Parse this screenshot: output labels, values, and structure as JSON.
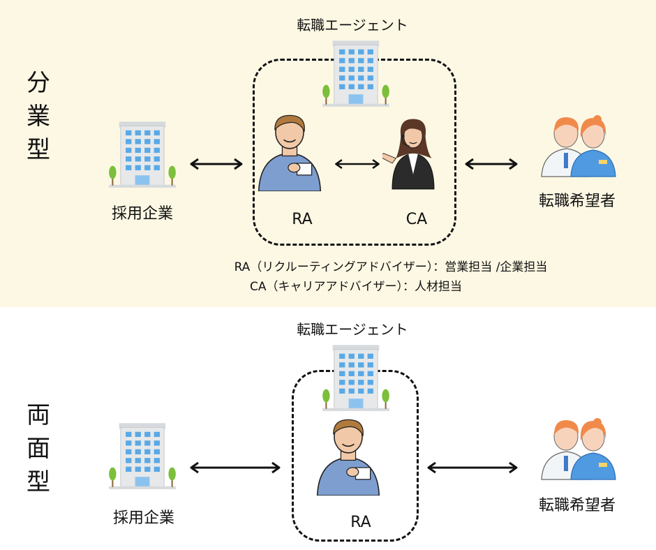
{
  "top": {
    "title_chars": [
      "分",
      "業",
      "型"
    ],
    "agent_label": "転職エージェント",
    "company_label": "採用企業",
    "seeker_label": "転職希望者",
    "ra_label": "RA",
    "ca_label": "CA",
    "notes": [
      "RA（リクルーティングアドバイザー）：営業担当 /企業担当",
      "CA（キャリアアドバイザー）：人材担当"
    ]
  },
  "bottom": {
    "title_chars": [
      "両",
      "面",
      "型"
    ],
    "agent_label": "転職エージェント",
    "company_label": "採用企業",
    "seeker_label": "転職希望者",
    "ra_label": "RA"
  },
  "colors": {
    "panel_bg": "#fdf8e4",
    "building": "#e6e8ea",
    "window": "#5aa9e6",
    "tree": "#7bbf3a",
    "ra_shirt": "#7e9ed0",
    "ca_suit": "#2b2b2b",
    "seeker_hair": "#f08a4b",
    "seeker_suit": "#4f9ae0"
  },
  "icons": [
    "building-icon",
    "ra-person-icon",
    "ca-person-icon",
    "seekers-icon",
    "double-arrow-icon"
  ]
}
